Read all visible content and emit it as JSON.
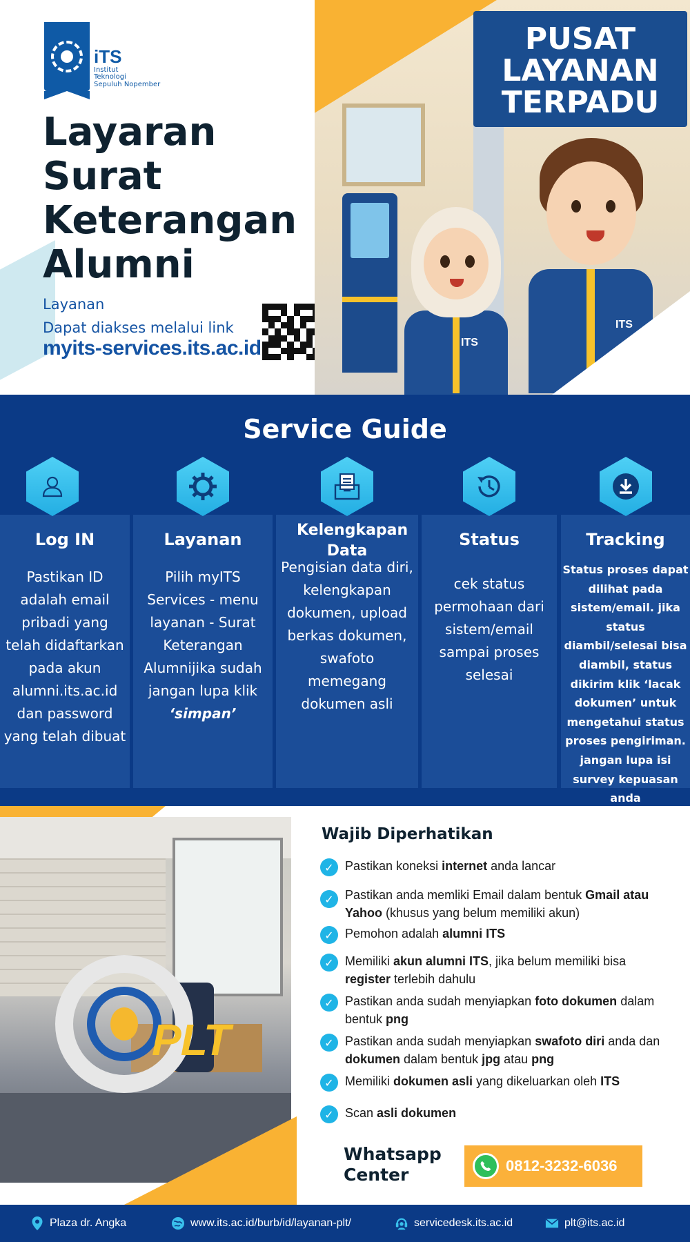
{
  "hero": {
    "logo": {
      "abbr": "iTS",
      "lines": [
        "Institut",
        "Teknologi",
        "Sepuluh Nopember"
      ]
    },
    "title_lines": [
      "Layaran",
      "Surat",
      "Keterangan",
      "Alumni"
    ],
    "desc_lines": [
      "Layanan",
      "Dapat diakses melalui link"
    ],
    "link": "myits-services.its.ac.id",
    "sign_lines": [
      "PUSAT",
      "LAYANAN",
      "TERPADU"
    ],
    "badge_girl": "ITS",
    "badge_boy": "ITS"
  },
  "guide": {
    "title": "Service Guide",
    "steps": [
      {
        "icon": "user-icon",
        "title": "Log IN",
        "body": "Pastikan ID adalah email pribadi yang telah didaftarkan pada akun alumni.its.ac.id dan password yang telah dibuat"
      },
      {
        "icon": "gear-icon",
        "title": "Layanan",
        "body": "Pilih myITS Services - menu layanan - Surat Keterangan Alumnijika sudah jangan lupa klik",
        "emphasis": "‘simpan’"
      },
      {
        "icon": "folder-documents-icon",
        "title": "Kelengkapan Data",
        "body": "Pengisian data diri, kelengkapan dokumen, upload berkas dokumen, swafoto memegang dokumen asli"
      },
      {
        "icon": "clock-history-icon",
        "title": "Status",
        "body": "cek status permohaan dari sistem/email sampai proses selesai"
      },
      {
        "icon": "download-icon",
        "title": "Tracking",
        "body": "Status proses dapat dilihat pada sistem/email. jika status diambil/selesai bisa diambil, status dikirim klik ‘lacak dokumen’ untuk mengetahui status proses pengiriman. jangan lupa isi survey kepuasan anda"
      }
    ]
  },
  "wajib": {
    "title": "Wajib Diperhatikan",
    "items": [
      {
        "pre": "Pastikan koneksi ",
        "bold": "internet",
        "post": " anda lancar"
      },
      {
        "pre": "Pastikan anda memliki Email dalam bentuk ",
        "bold": "Gmail atau Yahoo",
        "post": " (khusus yang belum memiliki akun)"
      },
      {
        "pre": "Pemohon adalah ",
        "bold": "alumni ITS",
        "post": ""
      },
      {
        "pre": "Memiliki ",
        "bold": "akun alumni ITS",
        "post": ", jika belum memiliki bisa ",
        "bold2": "register",
        "post2": " terlebih dahulu"
      },
      {
        "pre": "Pastikan anda sudah menyiapkan ",
        "bold": "foto dokumen",
        "post": " dalam bentuk ",
        "bold2": "png",
        "post2": ""
      },
      {
        "pre": "Pastikan anda sudah menyiapkan ",
        "bold": "swafoto diri",
        "post": " anda dan ",
        "bold2": "dokumen",
        "post2": " dalam bentuk ",
        "bold3": "jpg",
        "post3": " atau ",
        "bold4": "png"
      },
      {
        "pre": "Memiliki ",
        "bold": "dokumen asli",
        "post": " yang dikeluarkan oleh ",
        "bold2": "ITS",
        "post2": ""
      },
      {
        "pre": "Scan ",
        "bold": "asli dokumen",
        "post": ""
      }
    ],
    "plt_word": "PLT",
    "wa_label_lines": [
      "Whatsapp",
      "Center"
    ],
    "wa_number": "0812-3232-6036"
  },
  "footer": {
    "location": "Plaza dr. Angka",
    "website": "www.its.ac.id/burb/id/layanan-plt/",
    "servicedesk": "servicedesk.its.ac.id",
    "email": "plt@its.ac.id"
  },
  "colors": {
    "navy": "#0b3a86",
    "panel": "#1b4d98",
    "accent_yellow": "#f9b233",
    "accent_cyan": "#1fb4e6",
    "link_blue": "#1453a3"
  }
}
